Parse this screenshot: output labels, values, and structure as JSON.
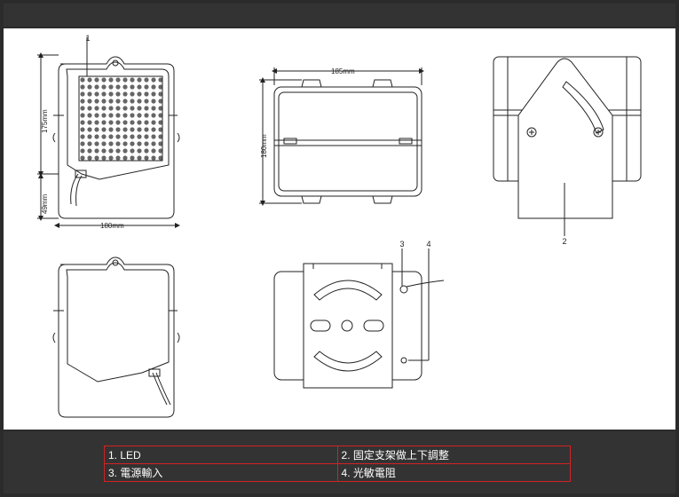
{
  "dimensions": {
    "width_front": "180mm",
    "height_top": "175mm",
    "height_bottom": "49mm",
    "width_side": "185mm",
    "height_side": "180mm"
  },
  "callouts": [
    "1",
    "2",
    "3",
    "4"
  ],
  "legend": [
    {
      "text": "1. LED"
    },
    {
      "text": "2. 固定支架做上下調整"
    },
    {
      "text": "3. 電源輸入"
    },
    {
      "text": "4. 光敏電阻"
    }
  ]
}
